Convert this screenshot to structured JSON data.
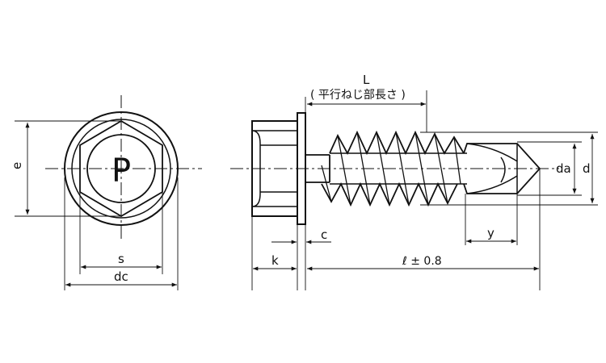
{
  "head_mark": "P",
  "labels": {
    "e": "e",
    "s": "s",
    "dc": "dc",
    "L": "L",
    "thread_length_note": "( 平行ねじ部長さ )",
    "k": "k",
    "c": "c",
    "length": "ℓ ± 0.8",
    "y": "y",
    "da": "da",
    "d": "d"
  },
  "colors": {
    "line": "#111111",
    "background": "#ffffff"
  }
}
